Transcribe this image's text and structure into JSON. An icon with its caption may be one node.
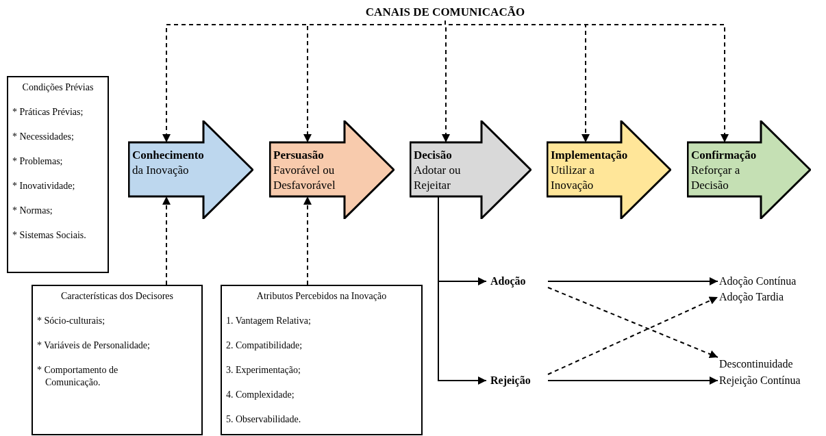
{
  "diagram": {
    "nodes": [
      {
        "text": [
          "CANAIS DE COMUNICACÃO"
        ]
      },
      {
        "text": [
          "Condições Prévias",
          "* Práticas Prévias;",
          "* Necessidades;",
          "* Problemas;",
          "* Inovatividade;",
          "* Normas;",
          "* Sistemas Sociais."
        ]
      },
      {
        "text": [
          "Conhecimento",
          "da Inovação"
        ]
      },
      {
        "text": [
          "Persuasão",
          "Favorável ou Desfavorável"
        ]
      },
      {
        "text": [
          "Decisão",
          "Adotar ou Rejeitar"
        ]
      },
      {
        "text": [
          "Implementação",
          "Utilizar a Inovação"
        ]
      },
      {
        "text": [
          "Confirmação",
          "Reforçar a Decisão"
        ]
      },
      {
        "text": [
          "Características dos Decisores",
          "* Sócio-culturais;",
          "* Variáveis de Personalidade;",
          "* Comportamento de Comunicação."
        ]
      },
      {
        "text": [
          "Atributos Percebidos na Inovação",
          "1. Vantagem Relativa;",
          "2. Compatibilidade;",
          "3. Experimentação;",
          "4. Complexidade;",
          "5. Observabilidade."
        ]
      },
      {
        "text": [
          "Adoção"
        ]
      },
      {
        "text": [
          "Rejeição"
        ]
      },
      {
        "text": [
          "Adoção Contínua"
        ]
      },
      {
        "text": [
          "Adoção Tardia"
        ]
      },
      {
        "text": [
          "Descontinuidade"
        ]
      },
      {
        "text": [
          "Rejeição Contínua"
        ]
      }
    ],
    "edges": [
      {
        "from": 0,
        "to": 2,
        "arrow": "to",
        "style": "dashed"
      },
      {
        "from": 0,
        "to": 3,
        "arrow": "to",
        "style": "dashed"
      },
      {
        "from": 0,
        "to": 4,
        "arrow": "to",
        "style": "dashed"
      },
      {
        "from": 0,
        "to": 5,
        "arrow": "to",
        "style": "dashed"
      },
      {
        "from": 0,
        "to": 6,
        "arrow": "to",
        "style": "dashed"
      },
      {
        "from": 7,
        "to": 2,
        "arrow": "to",
        "style": "dashed"
      },
      {
        "from": 8,
        "to": 3,
        "arrow": "to",
        "style": "dashed"
      },
      {
        "from": 4,
        "to": 9,
        "arrow": "to"
      },
      {
        "from": 4,
        "to": 10,
        "arrow": "to"
      },
      {
        "from": 9,
        "to": 11,
        "arrow": "to"
      },
      {
        "from": 9,
        "to": 13,
        "arrow": "to",
        "style": "dashed"
      },
      {
        "from": 10,
        "to": 12,
        "arrow": "to",
        "style": "dashed"
      },
      {
        "from": 10,
        "to": 14,
        "arrow": "to"
      }
    ]
  }
}
